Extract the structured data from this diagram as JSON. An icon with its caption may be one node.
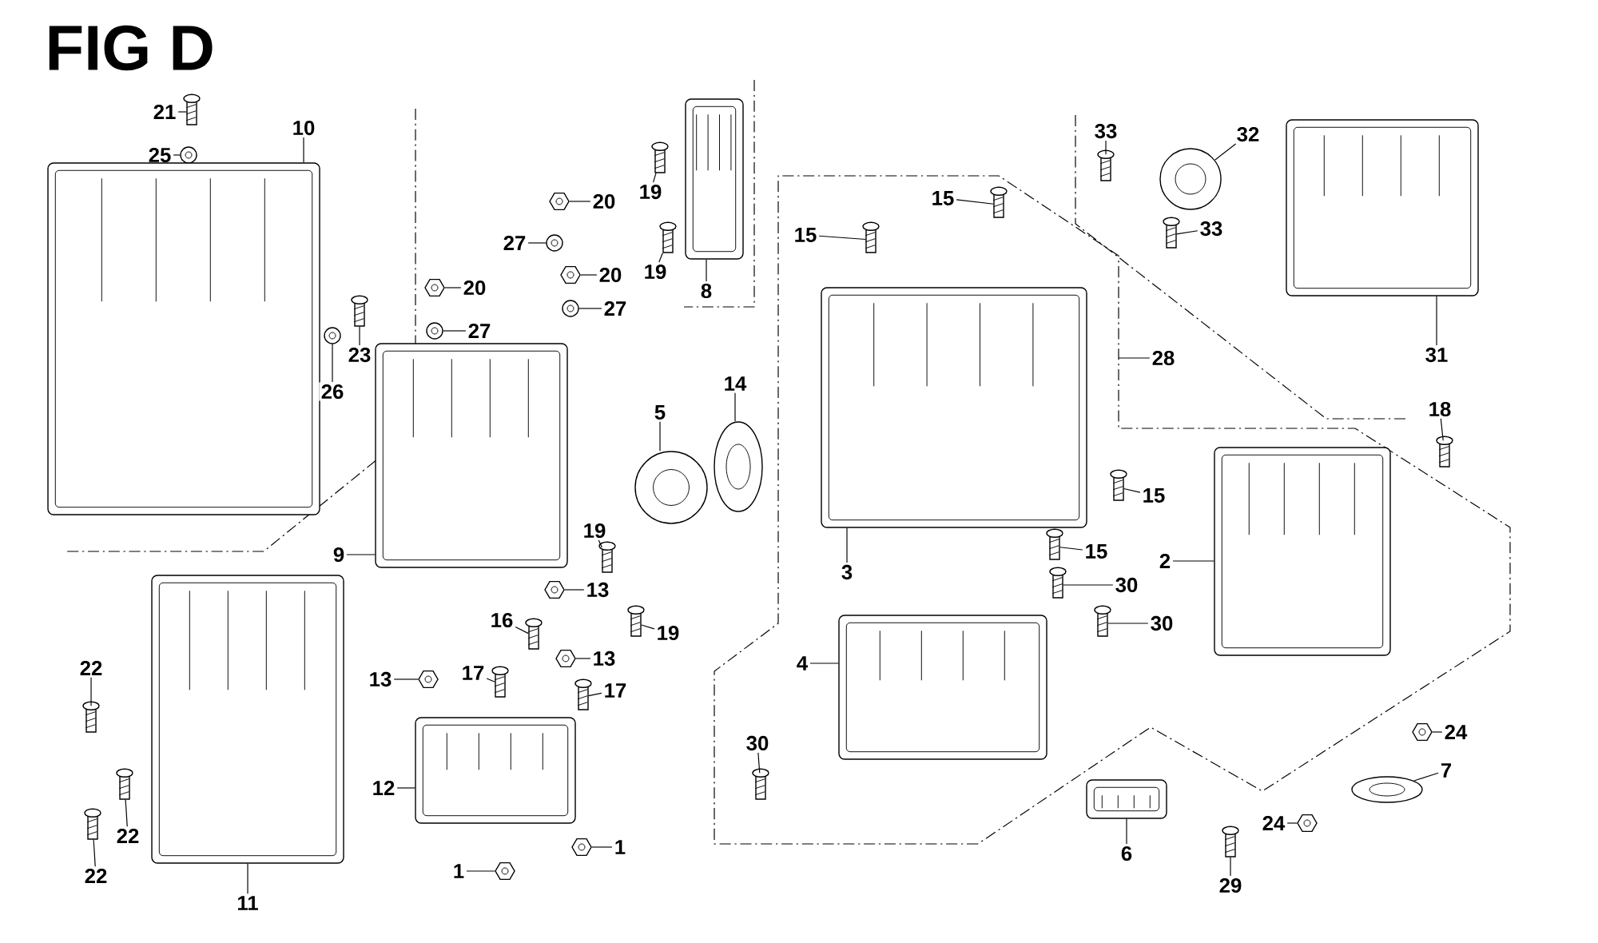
{
  "diagram": {
    "title": "FIG D",
    "nodes": [
      {
        "text": [
          "21"
        ]
      },
      {
        "text": [],
        "shape": "picture"
      },
      {
        "text": [
          "25"
        ]
      },
      {
        "text": [],
        "shape": "picture"
      },
      {
        "text": [
          "10"
        ]
      },
      {
        "text": [],
        "shape": "picture"
      },
      {
        "text": [
          "26"
        ]
      },
      {
        "text": [],
        "shape": "picture"
      },
      {
        "text": [
          "23"
        ]
      },
      {
        "text": [],
        "shape": "picture"
      },
      {
        "text": [
          "20"
        ]
      },
      {
        "text": [],
        "shape": "picture"
      },
      {
        "text": [
          "27"
        ]
      },
      {
        "text": [],
        "shape": "picture"
      },
      {
        "text": [
          "20"
        ]
      },
      {
        "text": [],
        "shape": "picture"
      },
      {
        "text": [
          "27"
        ]
      },
      {
        "text": [],
        "shape": "picture"
      },
      {
        "text": [
          "19"
        ]
      },
      {
        "text": [],
        "shape": "picture"
      },
      {
        "text": [
          "19"
        ]
      },
      {
        "text": [],
        "shape": "picture"
      },
      {
        "text": [
          "8"
        ]
      },
      {
        "text": [],
        "shape": "picture"
      },
      {
        "text": [
          "20"
        ]
      },
      {
        "text": [],
        "shape": "picture"
      },
      {
        "text": [
          "27"
        ]
      },
      {
        "text": [],
        "shape": "picture"
      },
      {
        "text": [
          "9"
        ]
      },
      {
        "text": [],
        "shape": "picture"
      },
      {
        "text": [
          "5"
        ]
      },
      {
        "text": [],
        "shape": "picture"
      },
      {
        "text": [
          "14"
        ]
      },
      {
        "text": [],
        "shape": "picture"
      },
      {
        "text": [
          "19"
        ]
      },
      {
        "text": [],
        "shape": "picture"
      },
      {
        "text": [
          "19"
        ]
      },
      {
        "text": [],
        "shape": "picture"
      },
      {
        "text": [
          "13"
        ]
      },
      {
        "text": [],
        "shape": "picture"
      },
      {
        "text": [
          "16"
        ]
      },
      {
        "text": [],
        "shape": "picture"
      },
      {
        "text": [
          "13"
        ]
      },
      {
        "text": [],
        "shape": "picture"
      },
      {
        "text": [
          "17"
        ]
      },
      {
        "text": [],
        "shape": "picture"
      },
      {
        "text": [
          "13"
        ]
      },
      {
        "text": [],
        "shape": "picture"
      },
      {
        "text": [
          "17"
        ]
      },
      {
        "text": [],
        "shape": "picture"
      },
      {
        "text": [
          "12"
        ]
      },
      {
        "text": [],
        "shape": "picture"
      },
      {
        "text": [
          "1"
        ]
      },
      {
        "text": [],
        "shape": "picture"
      },
      {
        "text": [
          "1"
        ]
      },
      {
        "text": [],
        "shape": "picture"
      },
      {
        "text": [
          "22"
        ]
      },
      {
        "text": [],
        "shape": "picture"
      },
      {
        "text": [
          "22"
        ]
      },
      {
        "text": [],
        "shape": "picture"
      },
      {
        "text": [
          "22"
        ]
      },
      {
        "text": [],
        "shape": "picture"
      },
      {
        "text": [
          "11"
        ]
      },
      {
        "text": [],
        "shape": "picture"
      },
      {
        "text": [
          "15"
        ]
      },
      {
        "text": [],
        "shape": "picture"
      },
      {
        "text": [
          "15"
        ]
      },
      {
        "text": [],
        "shape": "picture"
      },
      {
        "text": [
          "3"
        ]
      },
      {
        "text": [],
        "shape": "picture"
      },
      {
        "text": [
          "15"
        ]
      },
      {
        "text": [],
        "shape": "picture"
      },
      {
        "text": [
          "15"
        ]
      },
      {
        "text": [],
        "shape": "picture"
      },
      {
        "text": [
          "28"
        ]
      },
      {
        "text": [
          "33"
        ]
      },
      {
        "text": [],
        "shape": "picture"
      },
      {
        "text": [
          "32"
        ]
      },
      {
        "text": [],
        "shape": "picture"
      },
      {
        "text": [
          "33"
        ]
      },
      {
        "text": [],
        "shape": "picture"
      },
      {
        "text": [
          "31"
        ]
      },
      {
        "text": [],
        "shape": "picture"
      },
      {
        "text": [
          "18"
        ]
      },
      {
        "text": [],
        "shape": "picture"
      },
      {
        "text": [
          "2"
        ]
      },
      {
        "text": [],
        "shape": "picture"
      },
      {
        "text": [
          "4"
        ]
      },
      {
        "text": [],
        "shape": "picture"
      },
      {
        "text": [
          "30"
        ]
      },
      {
        "text": [],
        "shape": "picture"
      },
      {
        "text": [
          "30"
        ]
      },
      {
        "text": [],
        "shape": "picture"
      },
      {
        "text": [
          "30"
        ]
      },
      {
        "text": [],
        "shape": "picture"
      },
      {
        "text": [
          "6"
        ]
      },
      {
        "text": [],
        "shape": "picture"
      },
      {
        "text": [
          "24"
        ]
      },
      {
        "text": [],
        "shape": "picture"
      },
      {
        "text": [
          "7"
        ]
      },
      {
        "text": [],
        "shape": "picture"
      },
      {
        "text": [
          "24"
        ]
      },
      {
        "text": [],
        "shape": "picture"
      },
      {
        "text": [
          "29"
        ]
      },
      {
        "text": [],
        "shape": "picture"
      }
    ],
    "edges": [
      {
        "from": 0,
        "to": 1,
        "arrow": "none"
      },
      {
        "from": 2,
        "to": 3,
        "arrow": "none"
      },
      {
        "from": 4,
        "to": 5,
        "arrow": "none"
      },
      {
        "from": 6,
        "to": 7,
        "arrow": "none"
      },
      {
        "from": 8,
        "to": 9,
        "arrow": "none"
      },
      {
        "from": 10,
        "to": 11,
        "arrow": "none"
      },
      {
        "from": 12,
        "to": 13,
        "arrow": "none"
      },
      {
        "from": 14,
        "to": 15,
        "arrow": "none"
      },
      {
        "from": 16,
        "to": 17,
        "arrow": "none"
      },
      {
        "from": 18,
        "to": 19,
        "arrow": "none"
      },
      {
        "from": 20,
        "to": 21,
        "arrow": "none"
      },
      {
        "from": 22,
        "to": 23,
        "arrow": "none"
      },
      {
        "from": 24,
        "to": 25,
        "arrow": "none"
      },
      {
        "from": 26,
        "to": 27,
        "arrow": "none"
      },
      {
        "from": 28,
        "to": 29,
        "arrow": "none"
      },
      {
        "from": 30,
        "to": 31,
        "arrow": "none"
      },
      {
        "from": 32,
        "to": 33,
        "arrow": "none"
      },
      {
        "from": 34,
        "to": 35,
        "arrow": "none"
      },
      {
        "from": 36,
        "to": 37,
        "arrow": "none"
      },
      {
        "from": 38,
        "to": 39,
        "arrow": "none"
      },
      {
        "from": 40,
        "to": 41,
        "arrow": "none"
      },
      {
        "from": 42,
        "to": 43,
        "arrow": "none"
      },
      {
        "from": 44,
        "to": 45,
        "arrow": "none"
      },
      {
        "from": 46,
        "to": 47,
        "arrow": "none"
      },
      {
        "from": 48,
        "to": 49,
        "arrow": "none"
      },
      {
        "from": 50,
        "to": 51,
        "arrow": "none"
      },
      {
        "from": 52,
        "to": 53,
        "arrow": "none"
      },
      {
        "from": 54,
        "to": 55,
        "arrow": "none"
      },
      {
        "from": 56,
        "to": 57,
        "arrow": "none"
      },
      {
        "from": 58,
        "to": 59,
        "arrow": "none"
      },
      {
        "from": 60,
        "to": 61,
        "arrow": "none"
      },
      {
        "from": 62,
        "to": 63,
        "arrow": "none"
      },
      {
        "from": 64,
        "to": 65,
        "arrow": "none"
      },
      {
        "from": 66,
        "to": 67,
        "arrow": "none"
      },
      {
        "from": 68,
        "to": 69,
        "arrow": "none"
      },
      {
        "from": 70,
        "to": 71,
        "arrow": "none"
      },
      {
        "from": 72,
        "to": 73,
        "arrow": "none"
      },
      {
        "from": 74,
        "to": null,
        "arrow": "none"
      },
      {
        "from": 75,
        "to": 76,
        "arrow": "none"
      },
      {
        "from": 77,
        "to": 78,
        "arrow": "none"
      },
      {
        "from": 79,
        "to": 80,
        "arrow": "none"
      },
      {
        "from": 81,
        "to": 82,
        "arrow": "none"
      },
      {
        "from": 83,
        "to": 84,
        "arrow": "none"
      },
      {
        "from": 85,
        "to": 86,
        "arrow": "none"
      },
      {
        "from": 87,
        "to": 88,
        "arrow": "none"
      },
      {
        "from": 89,
        "to": 90,
        "arrow": "none"
      },
      {
        "from": 91,
        "to": 92,
        "arrow": "none"
      },
      {
        "from": 93,
        "to": 94,
        "arrow": "none"
      },
      {
        "from": 95,
        "to": 96,
        "arrow": "none"
      },
      {
        "from": 97,
        "to": 98,
        "arrow": "none"
      },
      {
        "from": 99,
        "to": 100,
        "arrow": "none"
      },
      {
        "from": 101,
        "to": 102,
        "arrow": "none"
      },
      {
        "from": 103,
        "to": 104,
        "arrow": "none"
      }
    ]
  }
}
